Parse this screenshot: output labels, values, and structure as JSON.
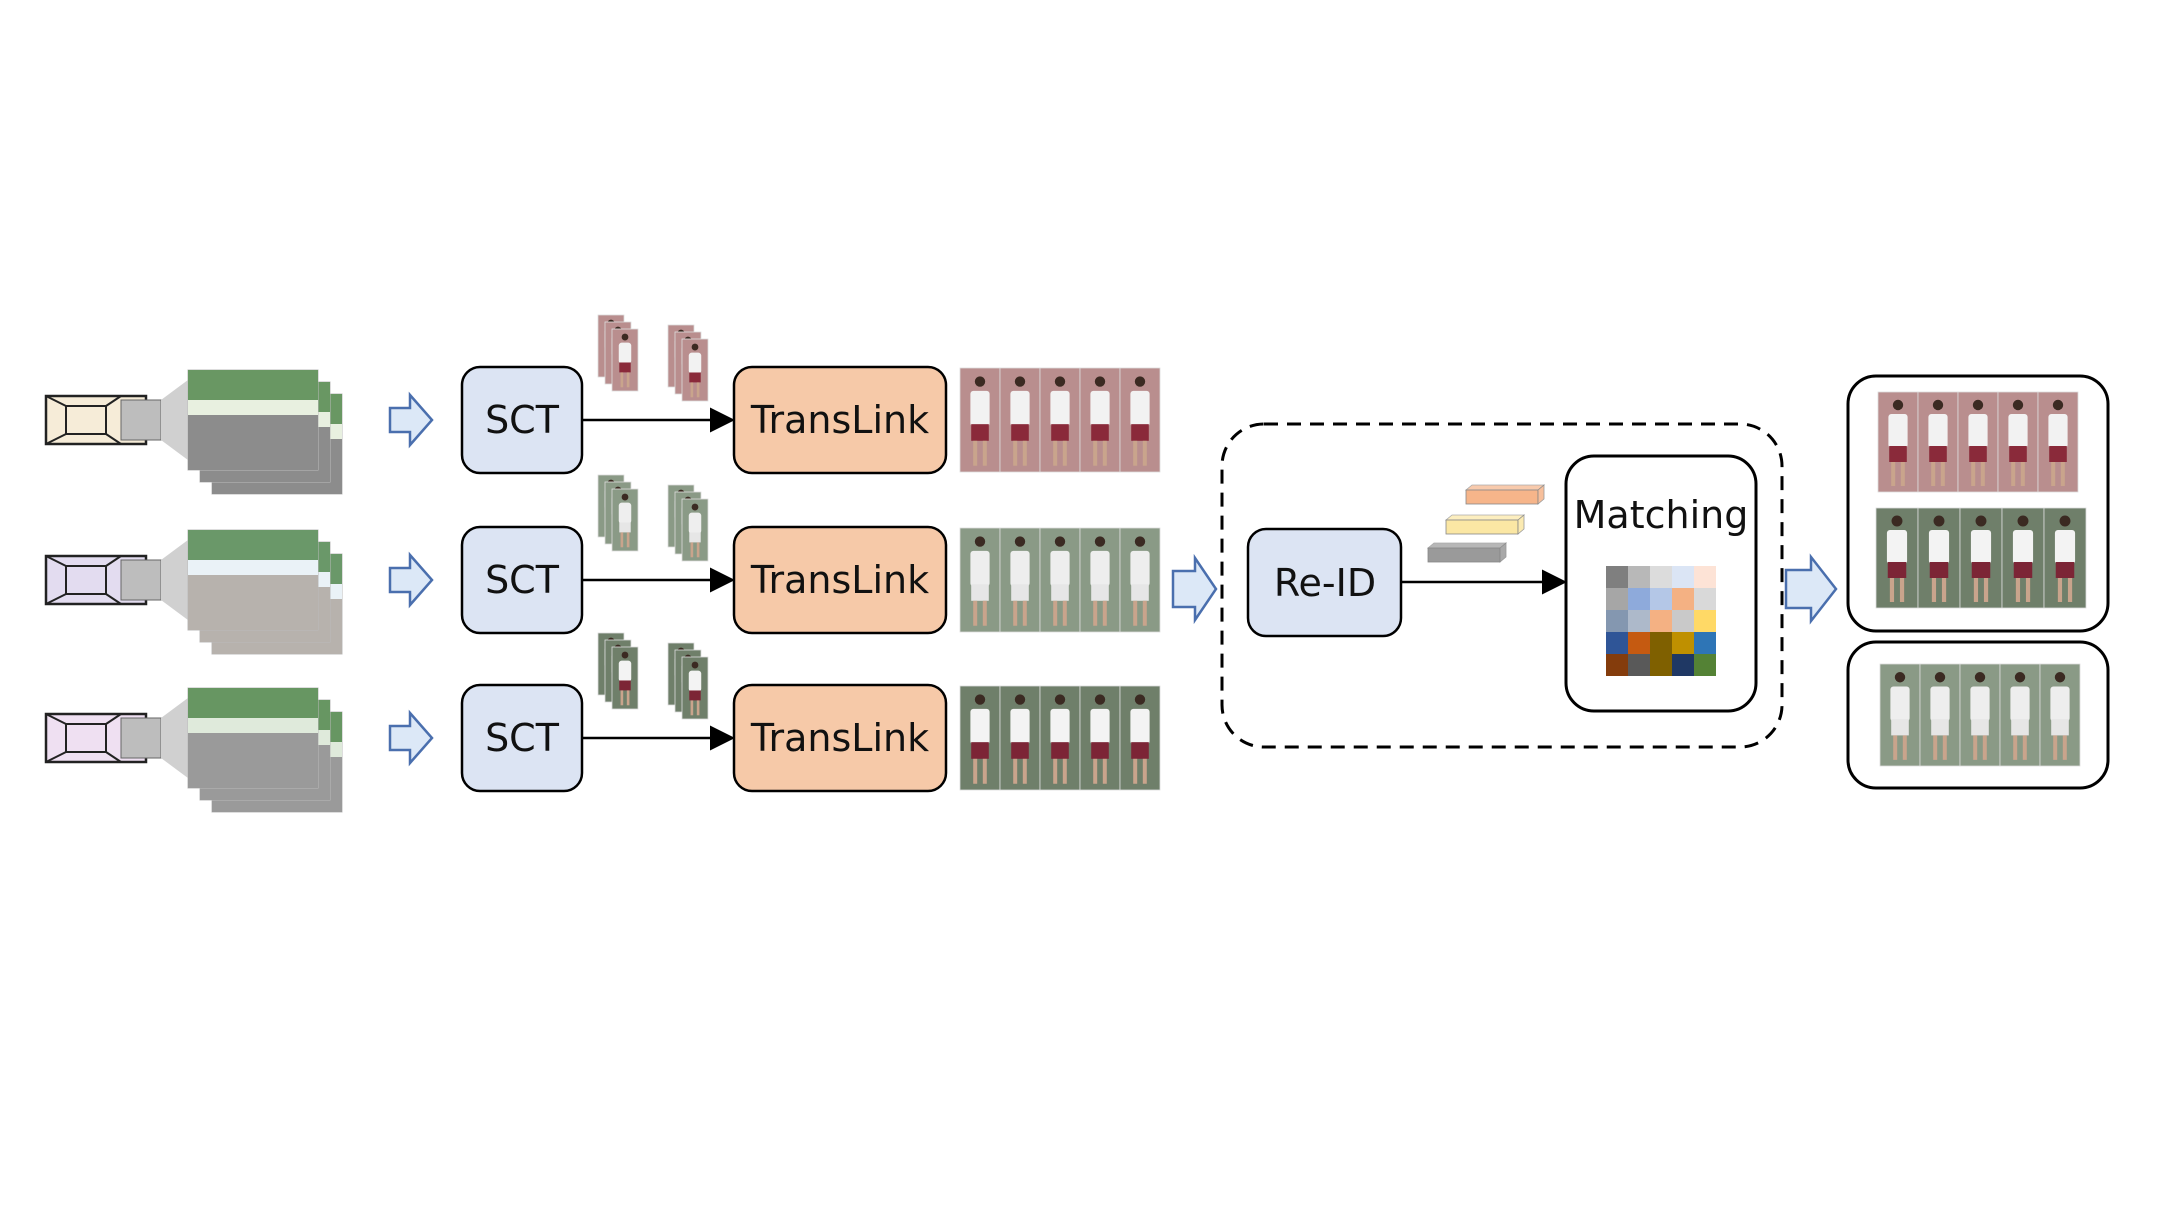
{
  "diagram": {
    "rows": [
      {
        "sct_label": "SCT",
        "translink_label": "TransLink",
        "camera_tint": "#f6ecd8"
      },
      {
        "sct_label": "SCT",
        "translink_label": "TransLink",
        "camera_tint": "#e3dcf0"
      },
      {
        "sct_label": "SCT",
        "translink_label": "TransLink",
        "camera_tint": "#efe0f2"
      }
    ],
    "reid_label": "Re-ID",
    "matching_label": "Matching",
    "colors": {
      "sct_fill": "#dce4f3",
      "translink_fill": "#f6c9a8",
      "arrow_fill": "#dce8f7",
      "arrow_stroke": "#4a6fae",
      "feature_bars": [
        "#f6b58a",
        "#fbe7a4",
        "#9a9a9a"
      ],
      "matching_grid": [
        [
          "#7f7f7f",
          "#b8b8b8",
          "#dcdcdc",
          "#dbe5f5",
          "#fde3d6"
        ],
        [
          "#a6a6a6",
          "#8eaadb",
          "#b4c7e7",
          "#f4b183",
          "#d9d9d9"
        ],
        [
          "#8497b0",
          "#adb9ca",
          "#f4b183",
          "#c9c9c9",
          "#ffd966"
        ],
        [
          "#2f5597",
          "#c55a11",
          "#7f6000",
          "#bf9000",
          "#2e75b6"
        ],
        [
          "#843c0c",
          "#595959",
          "#7f6000",
          "#1f3864",
          "#548235"
        ]
      ]
    }
  }
}
